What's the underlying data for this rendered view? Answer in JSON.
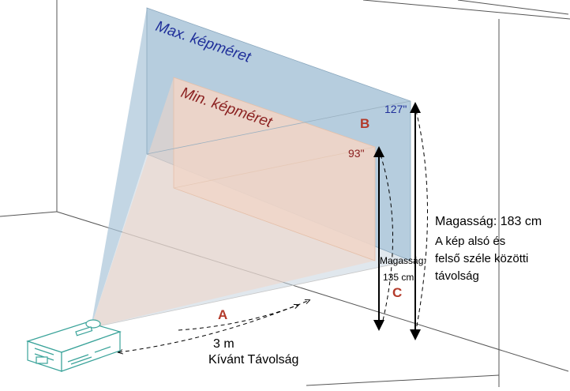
{
  "labels": {
    "max_size": "Max. képméret",
    "min_size": "Min. képméret",
    "diag_max": "127\"",
    "diag_min": "93\"",
    "letter_a": "A",
    "letter_b": "B",
    "letter_c": "C",
    "distance_value": "3 m",
    "distance_caption": "Kívánt Távolság",
    "height_max": "Magasság: 183 cm",
    "height_min_1": "Magasság:",
    "height_min_2": "135 cm",
    "offset_1": "A kép alsó és",
    "offset_2": "felső széle közötti",
    "offset_3": "távolság"
  },
  "colors": {
    "max_screen": "#a9c4d8",
    "min_screen": "#f1d5c6",
    "max_text": "#1f2f9a",
    "min_text": "#8a1f1f",
    "letters": "#b33a2a"
  }
}
